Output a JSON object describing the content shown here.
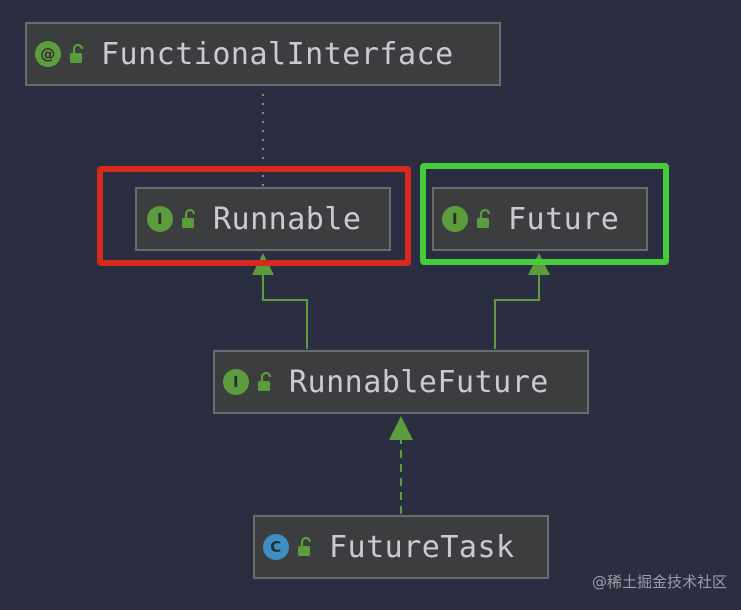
{
  "colors": {
    "background": "#2b2d40",
    "node_fill": "#3b3d3f",
    "node_border": "#6a6c6e",
    "edge_green": "#5d9c3d",
    "dotted_edge": "#8a8c6a",
    "highlight_red": "#d62a1e",
    "highlight_green": "#44cc3a",
    "interface_badge": "#5d9c3d",
    "class_badge": "#3f8fc4",
    "text": "#c9cbd0"
  },
  "nodes": {
    "functional_interface": {
      "label": "FunctionalInterface",
      "badge": "@",
      "kind": "annotation",
      "icon": "open-lock-icon"
    },
    "runnable": {
      "label": "Runnable",
      "badge": "I",
      "kind": "interface",
      "icon": "open-lock-icon"
    },
    "future": {
      "label": "Future",
      "badge": "I",
      "kind": "interface",
      "icon": "open-lock-icon"
    },
    "runnable_future": {
      "label": "RunnableFuture",
      "badge": "I",
      "kind": "interface",
      "icon": "open-lock-icon"
    },
    "future_task": {
      "label": "FutureTask",
      "badge": "C",
      "kind": "class",
      "icon": "open-lock-icon"
    }
  },
  "edges": [
    {
      "from": "runnable",
      "to": "functional_interface",
      "style": "dotted",
      "relation": "annotated-by"
    },
    {
      "from": "runnable_future",
      "to": "runnable",
      "style": "solid",
      "relation": "extends"
    },
    {
      "from": "runnable_future",
      "to": "future",
      "style": "solid",
      "relation": "extends"
    },
    {
      "from": "future_task",
      "to": "runnable_future",
      "style": "dashed",
      "relation": "implements"
    }
  ],
  "highlights": [
    {
      "target": "runnable",
      "color": "red"
    },
    {
      "target": "future",
      "color": "green"
    }
  ],
  "watermark": "@稀土掘金技术社区"
}
